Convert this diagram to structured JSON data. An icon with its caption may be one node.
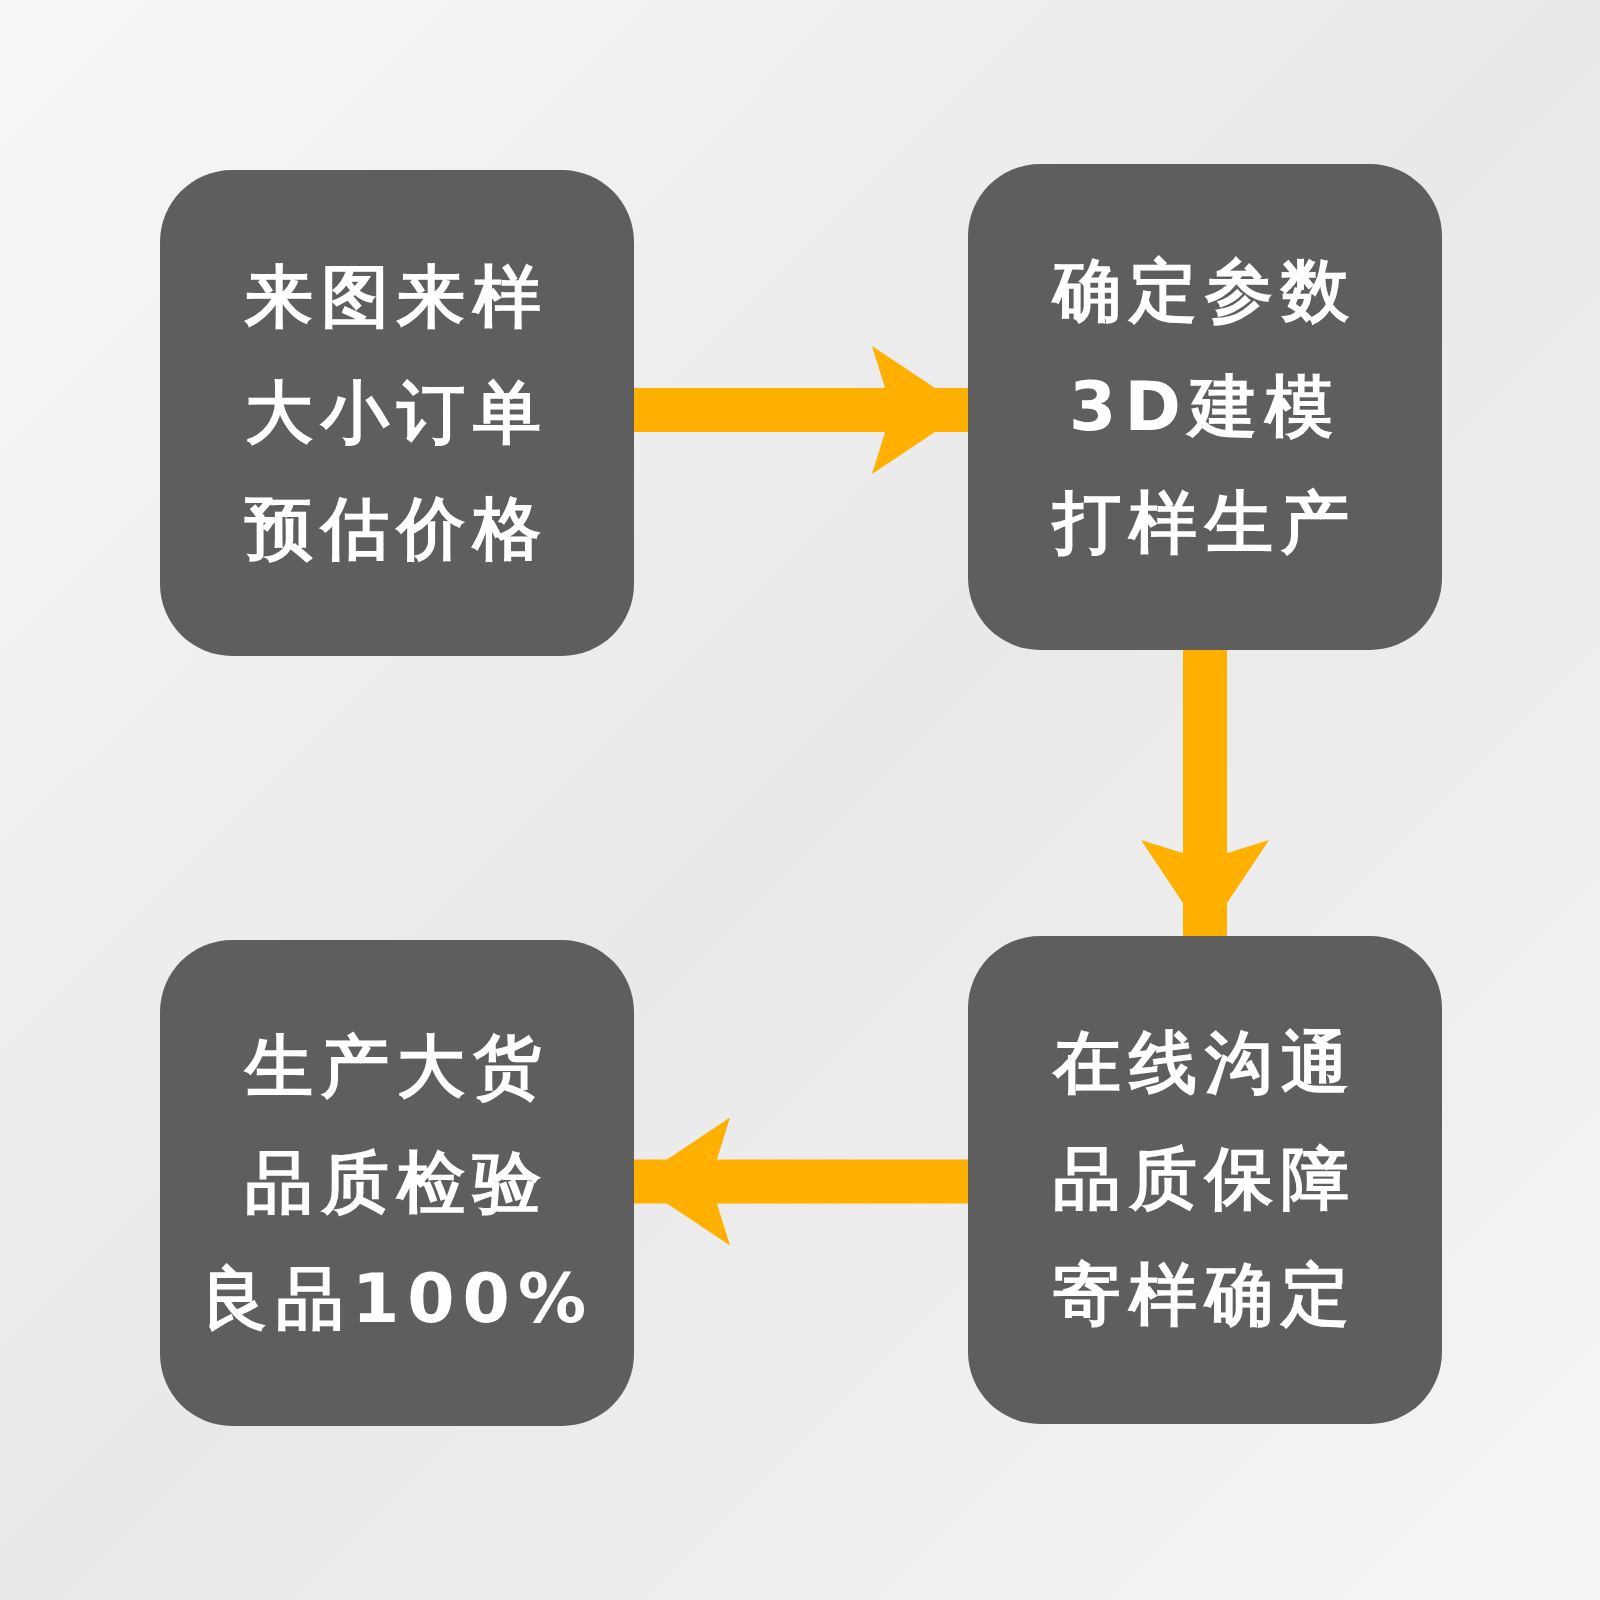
{
  "diagram": {
    "nodes": [
      {
        "text": [
          "来图来样",
          "大小订单",
          "预估价格"
        ]
      },
      {
        "text": [
          "确定参数",
          "3D建模",
          "打样生产"
        ]
      },
      {
        "text": [
          "在线沟通",
          "品质保障",
          "寄样确定"
        ]
      },
      {
        "text": [
          "生产大货",
          "品质检验",
          "良品100%"
        ]
      }
    ],
    "edges": [
      {
        "from": 0,
        "to": 1,
        "arrow": "to"
      },
      {
        "from": 1,
        "to": 2,
        "arrow": "to"
      },
      {
        "from": 2,
        "to": 3,
        "arrow": "to"
      }
    ]
  }
}
